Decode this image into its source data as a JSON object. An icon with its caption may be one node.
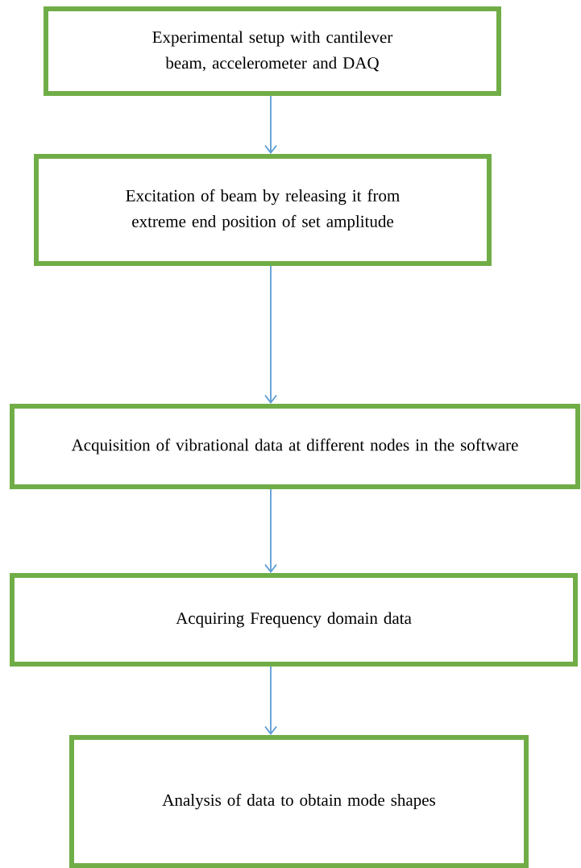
{
  "diagram": {
    "nodes": [
      {
        "text": [
          "Experimental setup with cantilever beam, accelerometer and DAQ"
        ]
      },
      {
        "text": [
          "Excitation of beam by releasing it from extreme end position of set amplitude"
        ]
      },
      {
        "text": [
          "Acquisition of vibrational data at different nodes in the software"
        ]
      },
      {
        "text": [
          "Acquiring Frequency domain data"
        ]
      },
      {
        "text": [
          "Analysis of data to obtain mode shapes"
        ]
      }
    ],
    "edges": [
      {
        "from": 0,
        "to": 1,
        "arrow": "to"
      },
      {
        "from": 1,
        "to": 2,
        "arrow": "to"
      },
      {
        "from": 2,
        "to": 3,
        "arrow": "to"
      },
      {
        "from": 3,
        "to": 4,
        "arrow": "to"
      }
    ]
  }
}
